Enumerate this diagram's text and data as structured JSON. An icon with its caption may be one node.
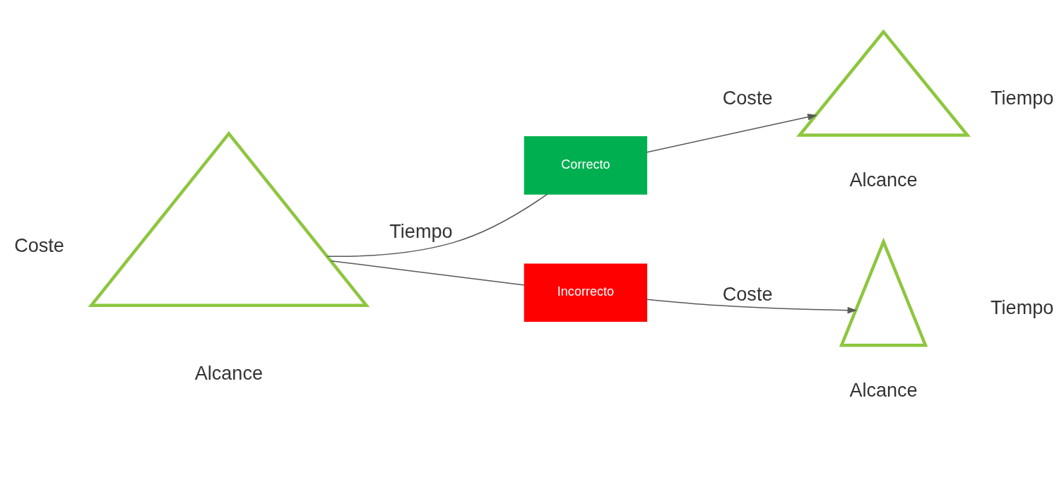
{
  "diagram": {
    "nodes": [
      {
        "text": [],
        "shape": "triangle",
        "beside": [
          "Coste",
          "Tiempo",
          "Alcance"
        ]
      },
      {
        "text": [
          "Correcto"
        ]
      },
      {
        "text": [
          "Incorrecto"
        ]
      },
      {
        "text": [],
        "shape": "triangle",
        "beside": [
          "Coste",
          "Tiempo",
          "Alcance"
        ]
      },
      {
        "text": [],
        "shape": "triangle",
        "beside": [
          "Coste",
          "Tiempo",
          "Alcance"
        ]
      }
    ],
    "edges": [
      {
        "from": 0,
        "to": 1,
        "arrow": "none"
      },
      {
        "from": 1,
        "to": 3,
        "arrow": "to"
      },
      {
        "from": 0,
        "to": 2,
        "arrow": "none"
      },
      {
        "from": 2,
        "to": 4,
        "arrow": "to"
      }
    ]
  }
}
